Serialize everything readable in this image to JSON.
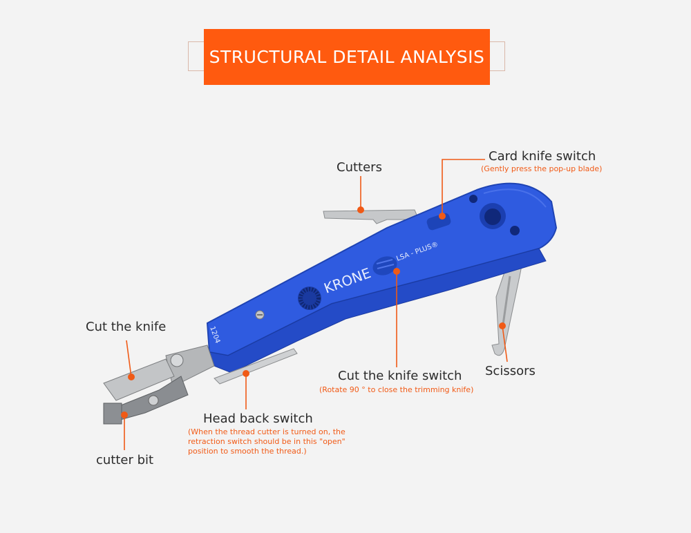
{
  "title": "STRUCTURAL DETAIL ANALYSIS",
  "product": {
    "brand": "KRONE",
    "model": "LSA - PLUS®",
    "code": "1204"
  },
  "labels": {
    "card_knife_switch": {
      "name": "Card knife switch",
      "note": "(Gently press the pop-up blade)"
    },
    "cutters": {
      "name": "Cutters"
    },
    "cut_the_knife": {
      "name": "Cut the knife"
    },
    "cut_the_knife_switch": {
      "name": "Cut the knife switch",
      "note": "(Rotate 90 ° to close the trimming knife)"
    },
    "scissors": {
      "name": "Scissors"
    },
    "head_back_switch": {
      "name": "Head back switch",
      "note": "(When the thread cutter is turned on, the retraction switch should be in this \"open\" position to smooth the thread.)"
    },
    "cutter_bit": {
      "name": "cutter bit"
    }
  },
  "colors": {
    "accent": "#ff5a0f",
    "tool_body": "#2f5be0",
    "metal": "#b9bcbf",
    "background": "#f3f3f3"
  }
}
